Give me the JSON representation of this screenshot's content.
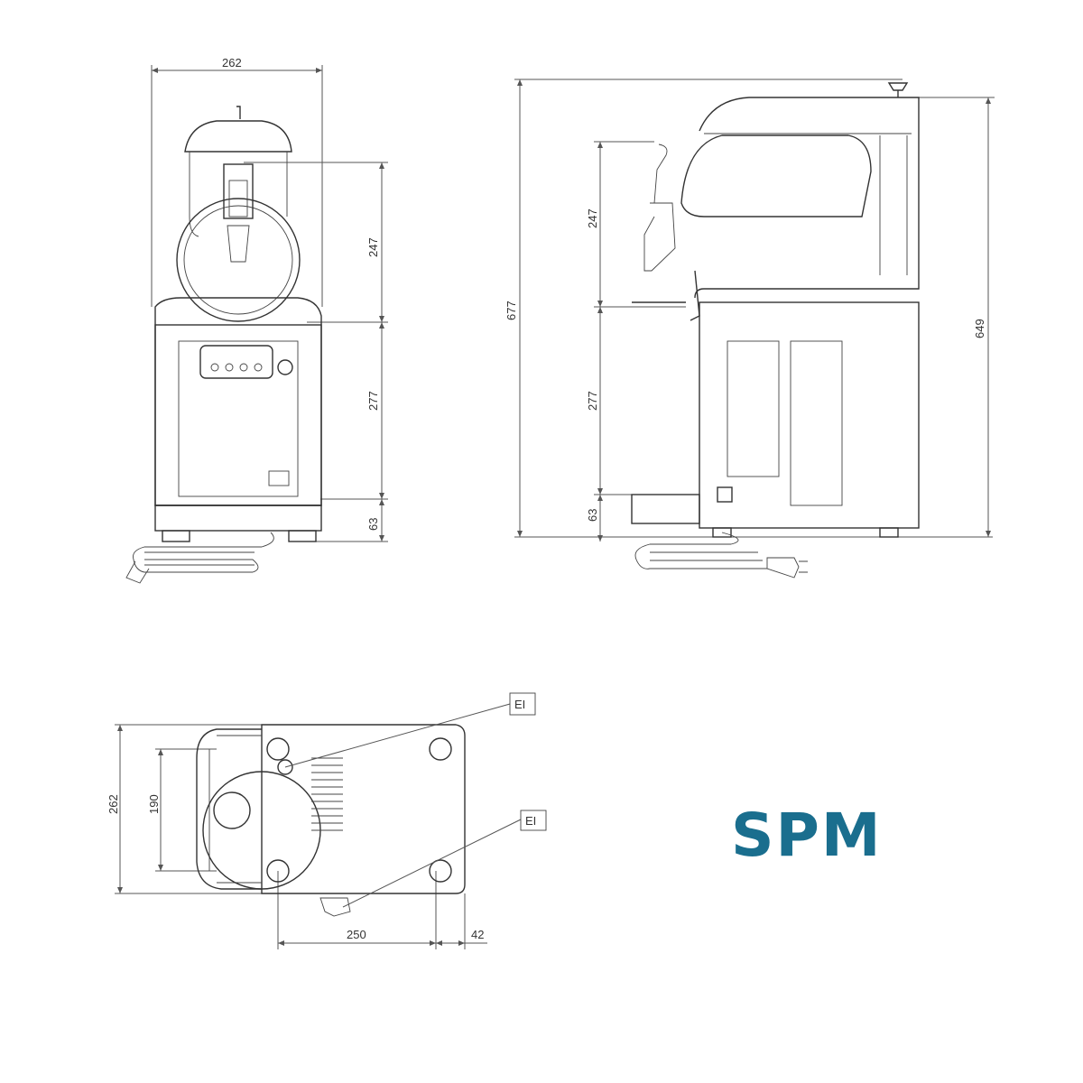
{
  "front_view": {
    "width_label": "262",
    "height_upper_label": "247",
    "height_middle_label": "277",
    "height_base_label": "63"
  },
  "side_view": {
    "total_height_label": "677",
    "body_height_label": "649",
    "height_upper_label": "247",
    "height_middle_label": "277",
    "height_base_label": "63"
  },
  "bottom_view": {
    "width_label": "262",
    "inner_width_label": "190",
    "length_label": "250",
    "offset_label": "42",
    "callout_1": "EI",
    "callout_2": "EI"
  },
  "brand": {
    "logo_text": "SPM",
    "color": "#1a6e8e"
  }
}
